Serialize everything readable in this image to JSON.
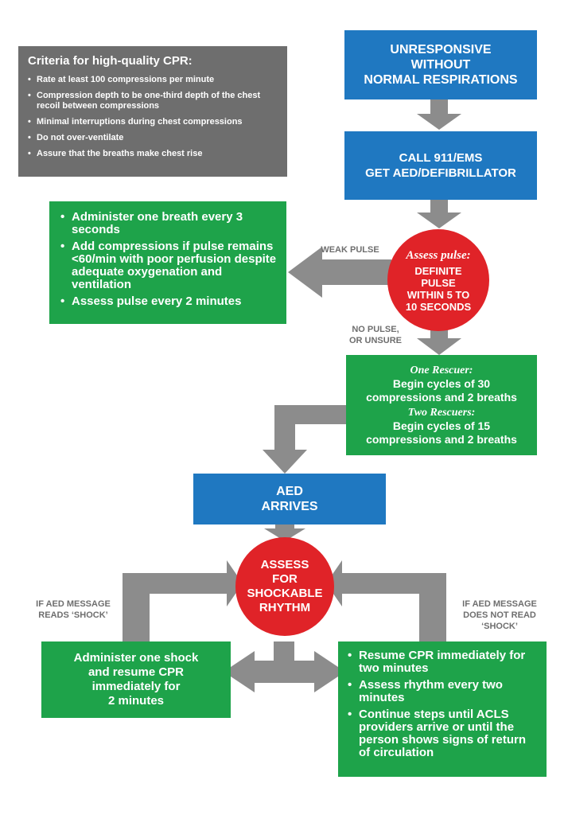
{
  "criteria": {
    "title": "Criteria for high-quality CPR:",
    "items": [
      "Rate at least 100 compressions per minute",
      "Compression depth to be one-third depth of the chest recoil between compressions",
      "Minimal interruptions during chest compressions",
      "Do not over-ventilate",
      "Assure that the breaths make chest rise"
    ]
  },
  "unresponsive": {
    "line1": "UNRESPONSIVE",
    "line2": "WITHOUT",
    "line3": "NORMAL RESPIRATIONS"
  },
  "call": {
    "line1": "CALL 911/EMS",
    "line2": "GET AED/DEFIBRILLATOR"
  },
  "pulse_box": {
    "items": [
      "Administer one breath every 3 seconds",
      "Add compressions if pulse remains <60/min with poor perfusion despite adequate oxygenation and ventilation",
      "Assess pulse every 2 minutes"
    ]
  },
  "weak_pulse_label": "WEAK PULSE",
  "assess_pulse": {
    "title": "Assess pulse:",
    "line1": "DEFINITE",
    "line2": "PULSE",
    "line3": "WITHIN 5 TO",
    "line4": "10 SECONDS"
  },
  "no_pulse_label": {
    "line1": "NO PULSE,",
    "line2": "OR UNSURE"
  },
  "rescuers": {
    "one_title": "One Rescuer:",
    "one_line1": "Begin cycles of 30",
    "one_line2": "compressions and 2 breaths",
    "two_title": "Two Rescuers:",
    "two_line1": "Begin cycles of 15",
    "two_line2": "compressions and 2 breaths"
  },
  "aed_arrives": {
    "line1": "AED",
    "line2": "ARRIVES"
  },
  "assess_rhythm": {
    "line1": "ASSESS",
    "line2": "FOR",
    "line3": "SHOCKABLE",
    "line4": "RHYTHM"
  },
  "shock_label": {
    "line1": "IF AED MESSAGE",
    "line2": "READS ‘SHOCK’"
  },
  "no_shock_label": {
    "line1": "IF AED MESSAGE",
    "line2": "DOES NOT READ",
    "line3": "‘SHOCK’"
  },
  "shock_box": {
    "line1": "Administer one shock",
    "line2": "and resume CPR",
    "line3": "immediately for",
    "line4": "2 minutes"
  },
  "resume_box": {
    "items": [
      "Resume CPR immediately for two minutes",
      "Assess rhythm every two minutes",
      "Continue steps until ACLS providers arrive or until the person shows signs of return of circulation"
    ]
  },
  "colors": {
    "blue": "#1f78c1",
    "green": "#1ea34a",
    "gray": "#6e6e6e",
    "red": "#e02328",
    "arrow": "#8c8c8c"
  }
}
